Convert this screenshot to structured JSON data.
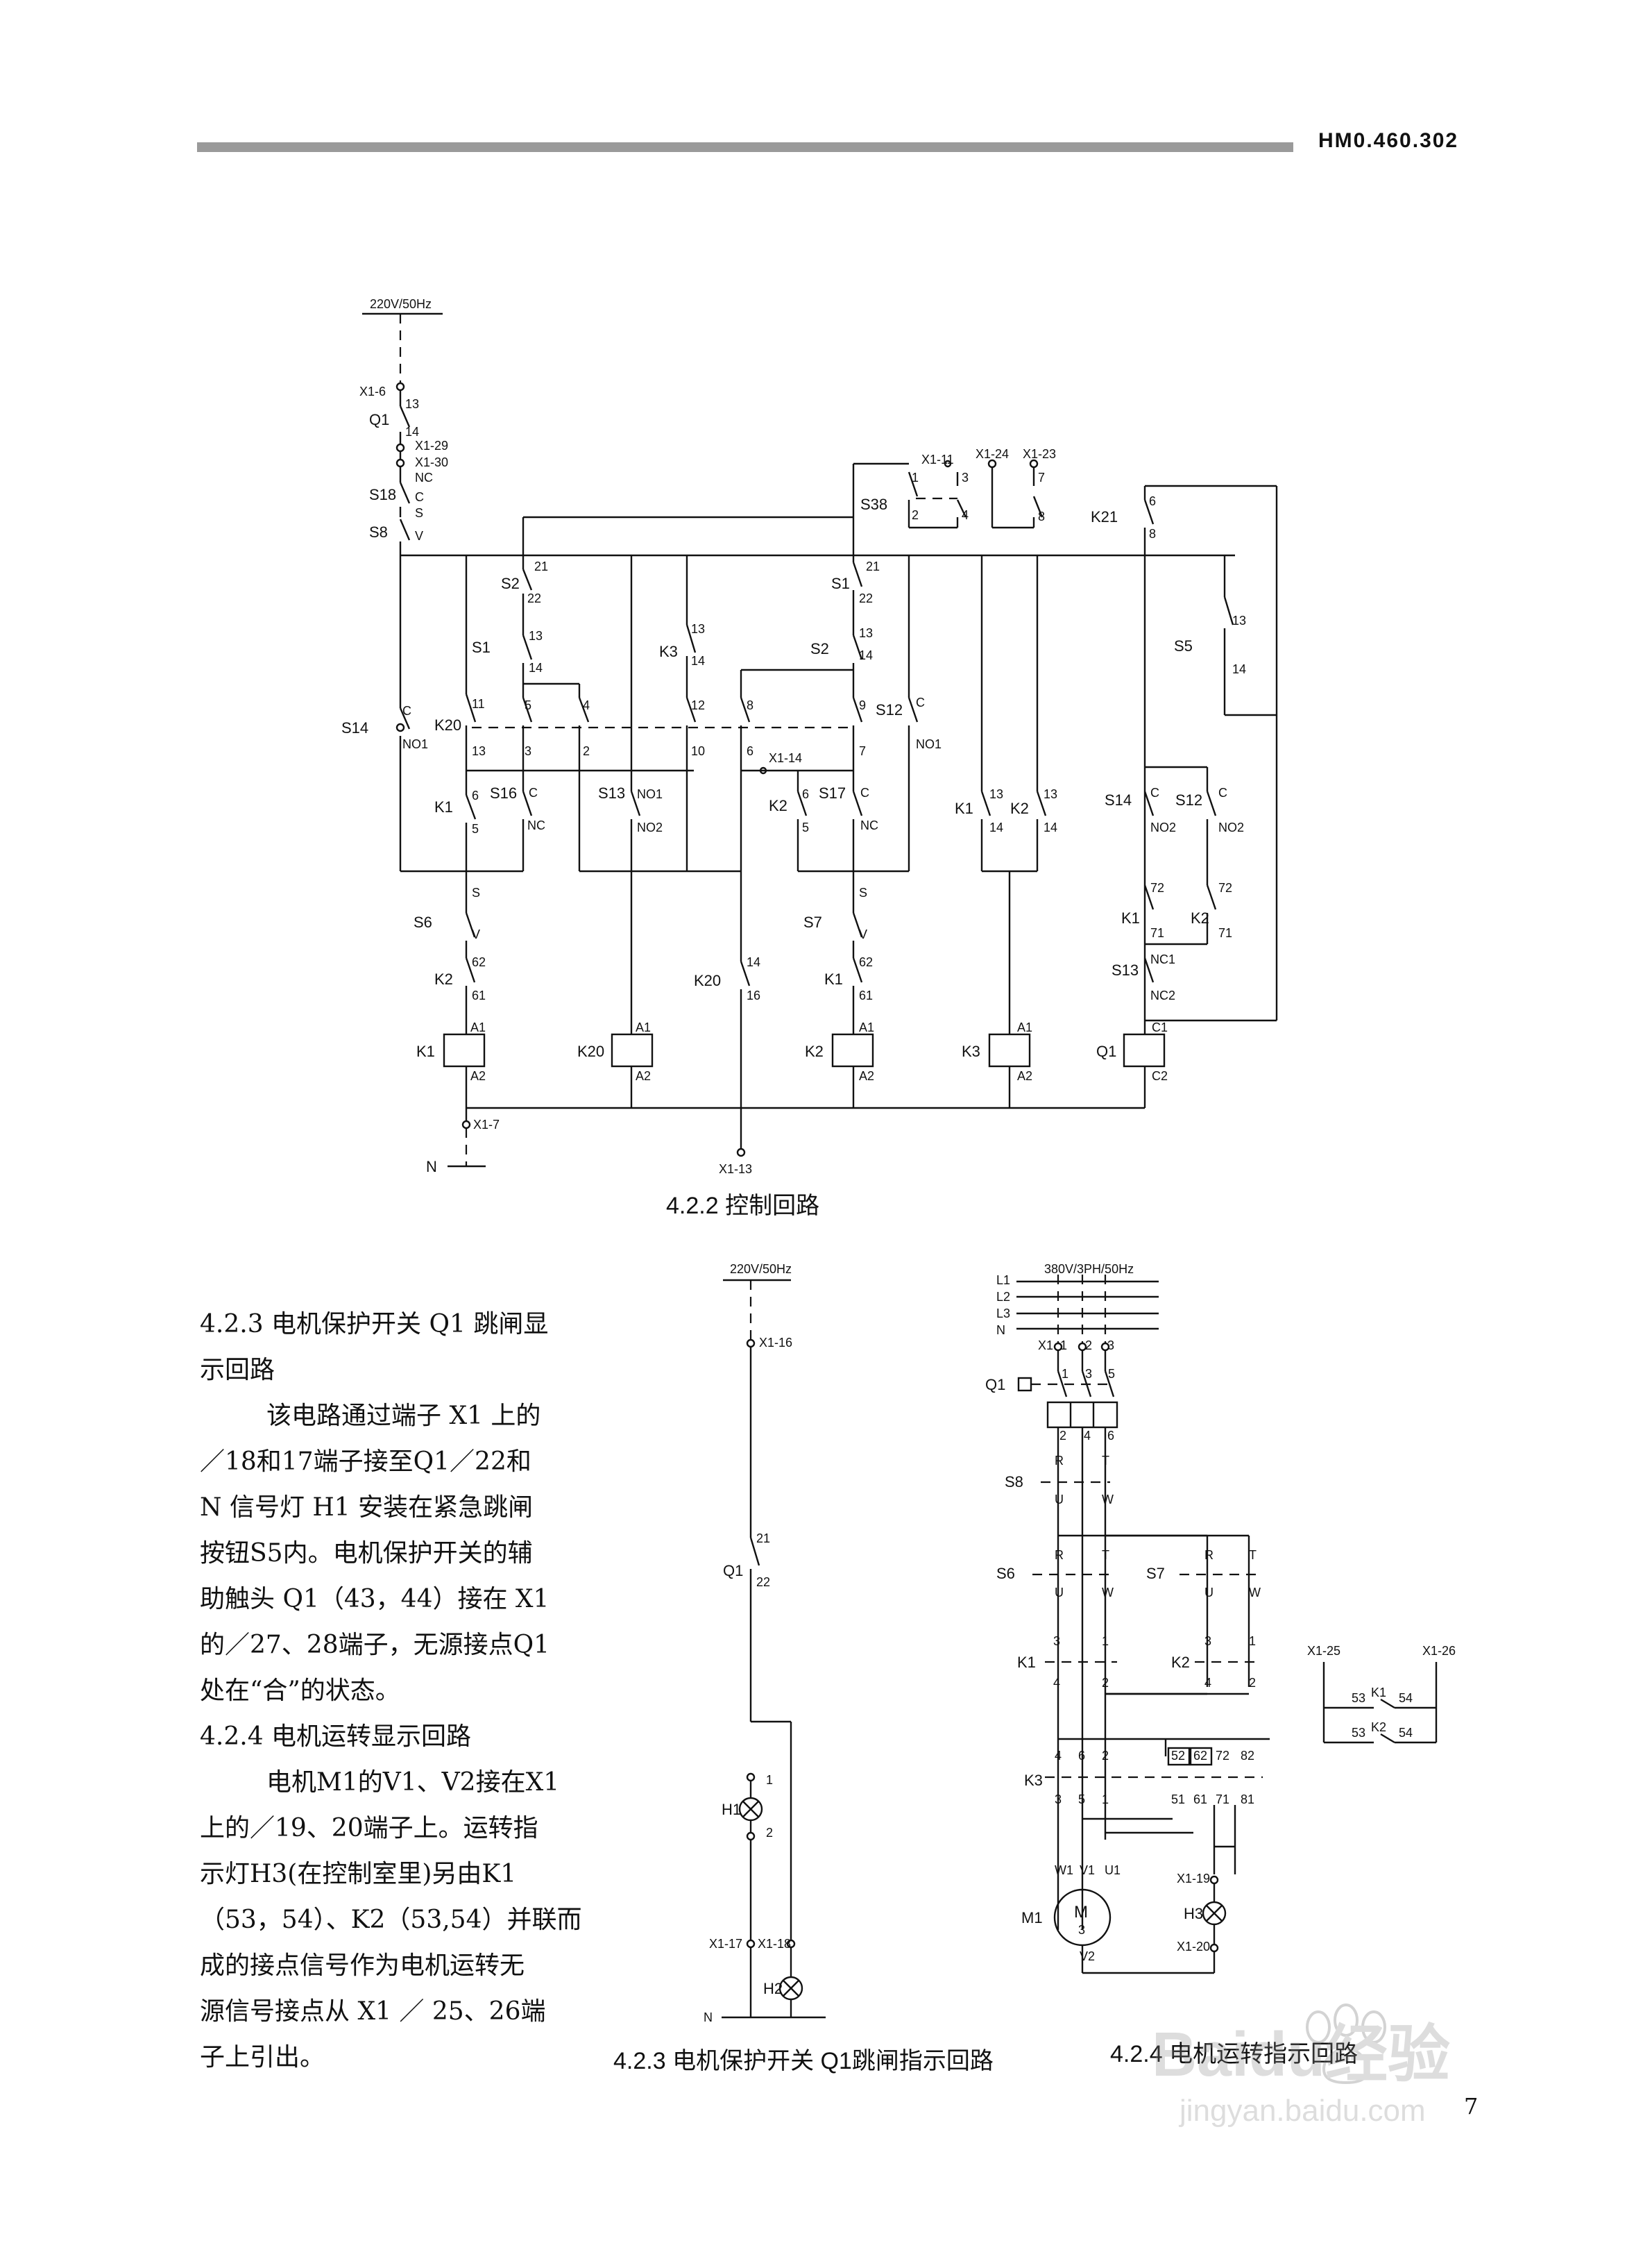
{
  "header": {
    "doc_code": "HM0.460.302"
  },
  "control_circuit": {
    "supply": "220V/50Hz",
    "neutral": "N",
    "caption": "4.2.2 控制回路",
    "labels": {
      "x1_6": "X1-6",
      "q1": "Q1",
      "n13": "13",
      "n14": "14",
      "x1_29": "X1-29",
      "x1_30": "X1-30",
      "nc": "NC",
      "s18": "S18",
      "c": "C",
      "s": "S",
      "s8": "S8",
      "v": "V",
      "s2": "S2",
      "s1": "S1",
      "n21": "21",
      "n22": "22",
      "k3": "K3",
      "n12": "12",
      "n10": "10",
      "n8": "8",
      "n6": "6",
      "n11": "11",
      "n5": "5",
      "n4": "4",
      "n3": "3",
      "n2": "2",
      "n9": "9",
      "n7": "7",
      "s14": "S14",
      "no1": "NO1",
      "k20": "K20",
      "s12": "S12",
      "x1_14": "X1-14",
      "k1": "K1",
      "s16": "S16",
      "s13": "S13",
      "no2": "NO2",
      "k2": "K2",
      "s17": "S17",
      "s6": "S6",
      "s7": "S7",
      "n62": "62",
      "n61": "61",
      "a1": "A1",
      "a2": "A2",
      "x1_7": "X1-7",
      "x1_13": "X1-13",
      "n16": "16",
      "s38": "S38",
      "x1_11": "X1-11",
      "x1_24": "X1-24",
      "x1_23": "X1-23",
      "n1": "1",
      "k21": "K21",
      "s5": "S5",
      "n72": "72",
      "n71": "71",
      "nc1": "NC1",
      "nc2": "NC2",
      "c1": "C1",
      "c2": "C2"
    }
  },
  "trip_circuit": {
    "supply": "220V/50Hz",
    "caption": "4.2.3 电机保护开关 Q1跳闸指示回路",
    "labels": {
      "x1_16": "X1-16",
      "q1": "Q1",
      "n21": "21",
      "n22": "22",
      "h1": "H1",
      "n1": "1",
      "n2": "2",
      "x1_17": "X1-17",
      "x1_18": "X1-18",
      "h2": "H2",
      "n": "N"
    }
  },
  "motor_circuit": {
    "supply": "380V/3PH/50Hz",
    "caption": "4.2.4 电机运转指示回路",
    "labels": {
      "l1": "L1",
      "l2": "L2",
      "l3": "L3",
      "n": "N",
      "x1": "X1",
      "n1": "1",
      "n2": "2",
      "n3": "3",
      "q1": "Q1",
      "n4": "4",
      "n5": "5",
      "n6": "6",
      "r": "R",
      "t": "T",
      "u": "U",
      "w": "W",
      "s8": "S8",
      "s6": "S6",
      "s7": "S7",
      "k1": "K1",
      "k2": "K2",
      "k3": "K3",
      "n52": "52",
      "n62": "62",
      "n72": "72",
      "n82": "82",
      "n51": "51",
      "n61": "61",
      "n71": "71",
      "n81": "81",
      "w1": "W1",
      "v1": "V1",
      "u1": "U1",
      "m1": "M1",
      "m": "M",
      "v2": "V2",
      "x1_19": "X1-19",
      "x1_20": "X1-20",
      "h3": "H3",
      "x1_25": "X1-25",
      "x1_26": "X1-26",
      "n53": "53",
      "n54": "54"
    }
  },
  "side_text": {
    "heading_1": "4.2.3 电机保护开关 Q1 跳闸显",
    "heading_1b": "示回路",
    "para_1": [
      "该电路通过端子 X1 上的",
      "／18和17端子接至Q1／22和",
      "N 信号灯 H1 安装在紧急跳闸",
      "按钮S5内。电机保护开关的辅",
      "助触头 Q1（43，44）接在 X1",
      "的／27、28端子，无源接点Q1",
      "处在“合”的状态。"
    ],
    "heading_2": "4.2.4 电机运转显示回路",
    "para_2": [
      "电机M1的V1、V2接在X1",
      "上的／19、20端子上。运转指",
      "示灯H3(在控制室里)另由K1",
      "（53，54）、K2（53,54）并联而",
      "成的接点信号作为电机运转无",
      "源信号接点从 X1 ／ 25、26端",
      "子上引出。"
    ]
  },
  "page_number": "7",
  "watermark": {
    "logo": "Baidu经验",
    "url": "jingyan.baidu.com"
  }
}
